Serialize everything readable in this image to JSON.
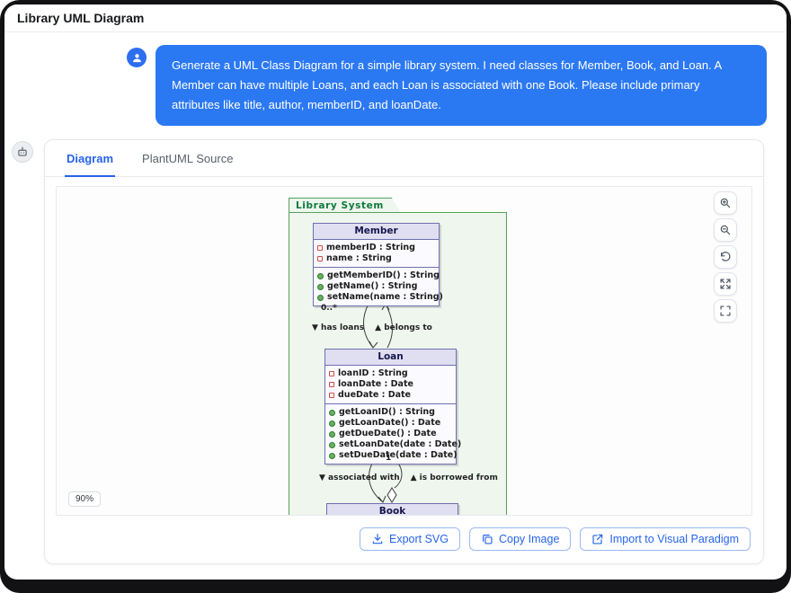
{
  "window": {
    "title": "Library UML Diagram"
  },
  "colors": {
    "accent": "#2563eb",
    "bubble": "#2b78f3",
    "package_fill": "#eef6ee",
    "package_border": "#57a05e",
    "class_header": "#dfdff1",
    "class_border": "#6f6fae"
  },
  "chat": {
    "message": "Generate a UML Class Diagram for a simple library system. I need classes for Member, Book, and Loan. A Member can have multiple Loans, and each Loan is associated with one Book. Please include primary attributes like title, author, memberID, and loanDate."
  },
  "tabs": [
    {
      "label": "Diagram",
      "active": true
    },
    {
      "label": "PlantUML Source",
      "active": false
    }
  ],
  "viewer": {
    "zoom_level": "90%",
    "controls": [
      "zoom-in-icon",
      "zoom-out-icon",
      "reset-rotation-icon",
      "fullscreen-icon",
      "fit-view-icon"
    ]
  },
  "diagram": {
    "package": "Library System",
    "classes": [
      {
        "name": "Member",
        "attributes": [
          "memberID : String",
          "name : String"
        ],
        "methods": [
          "getMemberID() : String",
          "getName() : String",
          "setName(name : String)"
        ]
      },
      {
        "name": "Loan",
        "attributes": [
          "loanID : String",
          "loanDate : Date",
          "dueDate : Date"
        ],
        "methods": [
          "getLoanID() : String",
          "getLoanDate() : Date",
          "getDueDate() : Date",
          "setLoanDate(date : Date)",
          "setDueDate(date : Date)"
        ]
      },
      {
        "name": "Book",
        "attributes": [],
        "methods": []
      }
    ],
    "relations": [
      {
        "mult": "0..*",
        "label_left": "▼ has loans",
        "label_right": "▲ belongs to"
      },
      {
        "mult": "1",
        "label_left": "▼ associated with",
        "label_right": "▲ is borrowed from"
      }
    ]
  },
  "footer": {
    "buttons": [
      {
        "label": "Export SVG"
      },
      {
        "label": "Copy Image"
      },
      {
        "label": "Import to Visual Paradigm"
      }
    ]
  }
}
